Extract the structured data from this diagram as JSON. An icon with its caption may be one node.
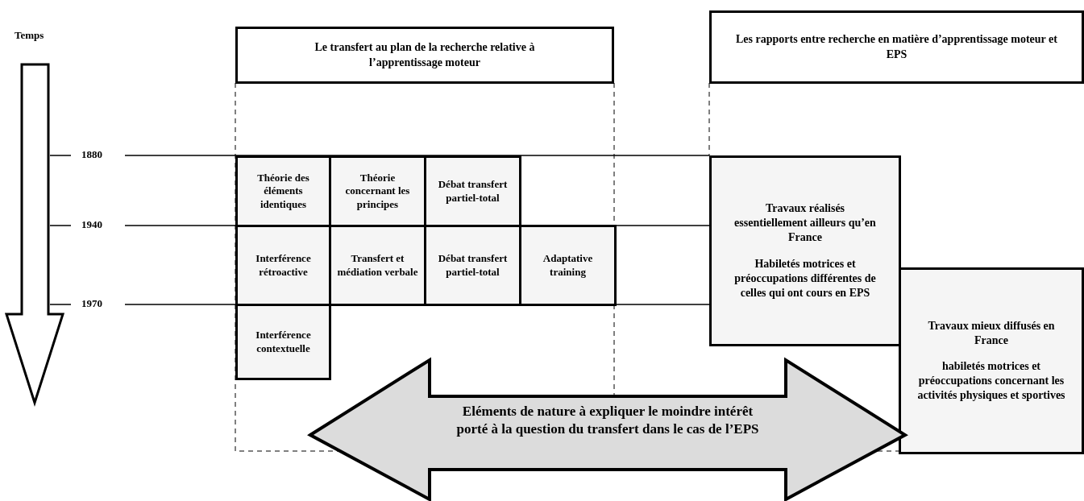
{
  "diagram": {
    "nodes": [
      {
        "text": [
          "Le transfert au plan de la recherche relative à l’apprentissage moteur"
        ]
      },
      {
        "text": [
          "Les rapports entre recherche en matière d’apprentissage moteur et EPS"
        ]
      },
      {
        "text": [
          "Théorie des éléments identiques"
        ]
      },
      {
        "text": [
          "Théorie concernant les principes"
        ]
      },
      {
        "text": [
          "Débat transfert partiel-total"
        ]
      },
      {
        "text": [
          "Interférence rétroactive"
        ]
      },
      {
        "text": [
          "Transfert et médiation verbale"
        ]
      },
      {
        "text": [
          "Débat transfert partiel-total"
        ]
      },
      {
        "text": [
          "Adaptative training"
        ]
      },
      {
        "text": [
          "Interférence contextuelle"
        ]
      },
      {
        "text": [
          "Travaux réalisés essentiellement ailleurs qu’en France",
          "Habiletés motrices et préoccupations différentes de celles qui ont cours en EPS"
        ]
      },
      {
        "text": [
          "Travaux mieux diffusés en France",
          "habiletés motrices et préoccupations concernant les activités physiques et sportives"
        ]
      },
      {
        "text": [
          "Eléments de nature à expliquer le moindre intérêt porté à la question du transfert dans le cas de l’EPS"
        ]
      }
    ],
    "edges": [],
    "labels": [
      "Temps",
      "1880",
      "1940",
      "1970"
    ]
  }
}
